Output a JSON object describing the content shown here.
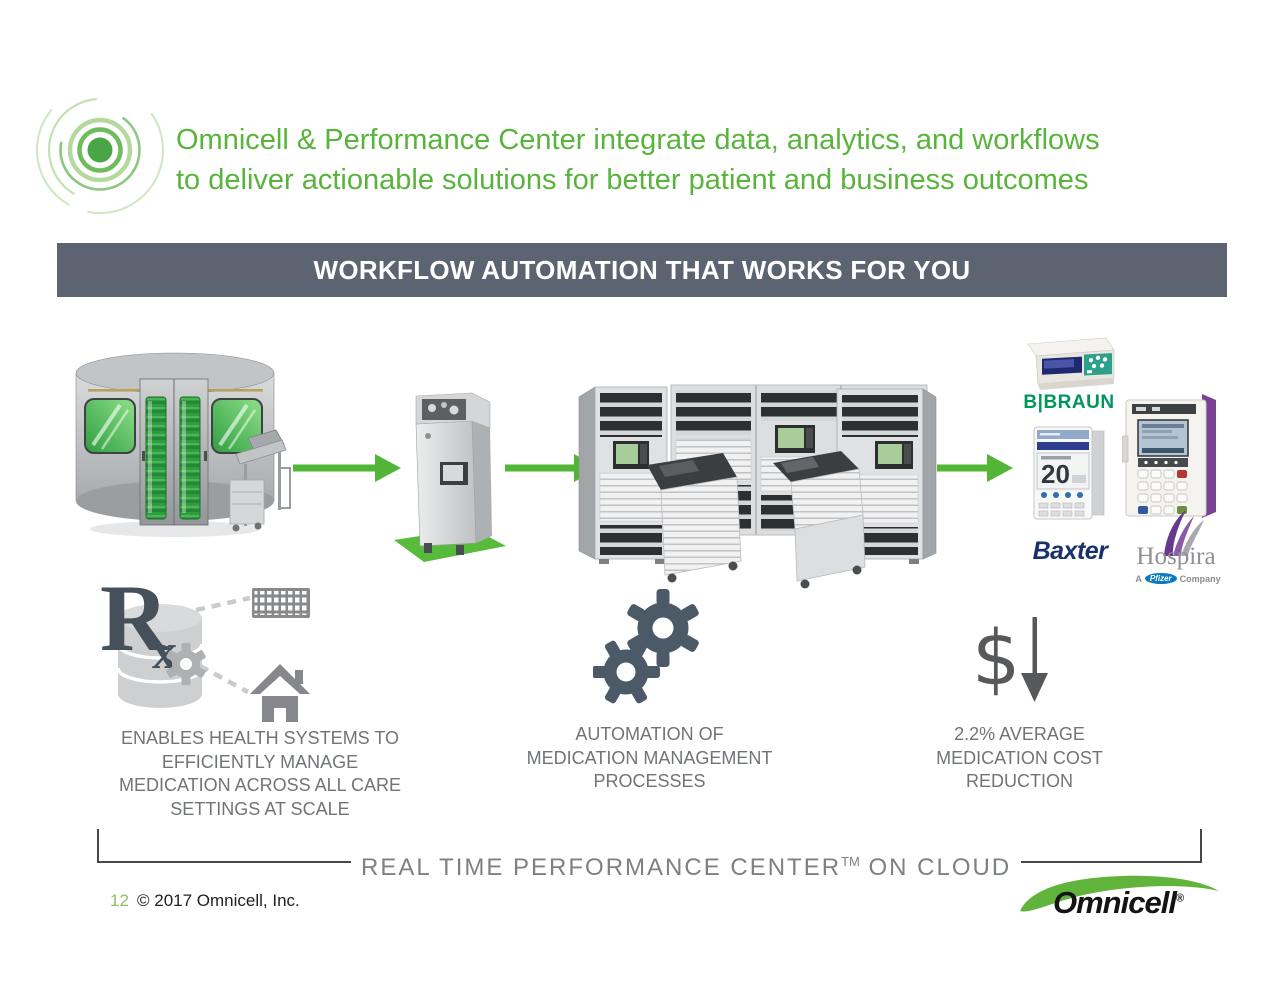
{
  "slide": {
    "title": {
      "line1": "Omnicell & Performance Center integrate data, analytics, and workflows",
      "line2": "to deliver actionable solutions for better patient and business outcomes"
    },
    "banner_text": "WORKFLOW AUTOMATION THAT WORKS FOR YOU",
    "footer": {
      "page_number": "12",
      "copyright": "© 2017 Omnicell, Inc."
    },
    "brand_logo": {
      "name": "Omnicell",
      "registered": "®"
    }
  },
  "workflow": {
    "stage_images": [
      "pharmacy-carousel-image",
      "packager-machine-image",
      "dispensing-cabinets-image",
      "infusion-pumps-images"
    ],
    "brands": {
      "bbraun": "B|BRAUN",
      "baxter": "Baxter",
      "hospira": "Hospira",
      "baxter_pump_display": "20",
      "pfizer_tagline": {
        "prefix": "A",
        "brand": "Pfizer",
        "suffix": "Company"
      }
    },
    "icons": {
      "rx_main": "R",
      "rx_sub": "x",
      "dollar": "$"
    },
    "benefits": [
      {
        "icon": "rx-data-exchange-icon",
        "lines": [
          "ENABLES HEALTH SYSTEMS TO",
          "EFFICIENTLY MANAGE",
          "MEDICATION ACROSS ALL CARE",
          "SETTINGS AT SCALE"
        ]
      },
      {
        "icon": "gears-icon",
        "lines": [
          "AUTOMATION OF",
          "MEDICATION MANAGEMENT",
          "PROCESSES"
        ]
      },
      {
        "icon": "cost-reduction-icon",
        "lines": [
          "2.2% AVERAGE",
          "MEDICATION COST",
          "REDUCTION"
        ]
      }
    ],
    "bracket": {
      "label": "REAL TIME PERFORMANCE CENTER",
      "tm": "TM",
      "suffix": "ON CLOUD"
    }
  },
  "colors": {
    "title_green": "#58b43b",
    "banner_gray": "#5b6470",
    "arrow_green": "#52b536",
    "mat_green": "#58bb3c",
    "icon_slate": "#4c5a67",
    "caption_gray": "#717477",
    "bbraun_green": "#00965e",
    "baxter_navy": "#17326b",
    "hospira_gray": "#8e9093",
    "hospira_purple": "#653a8e",
    "pfizer_blue": "#0a7cc1",
    "omnicell_swoosh_green": "#60b43c"
  }
}
